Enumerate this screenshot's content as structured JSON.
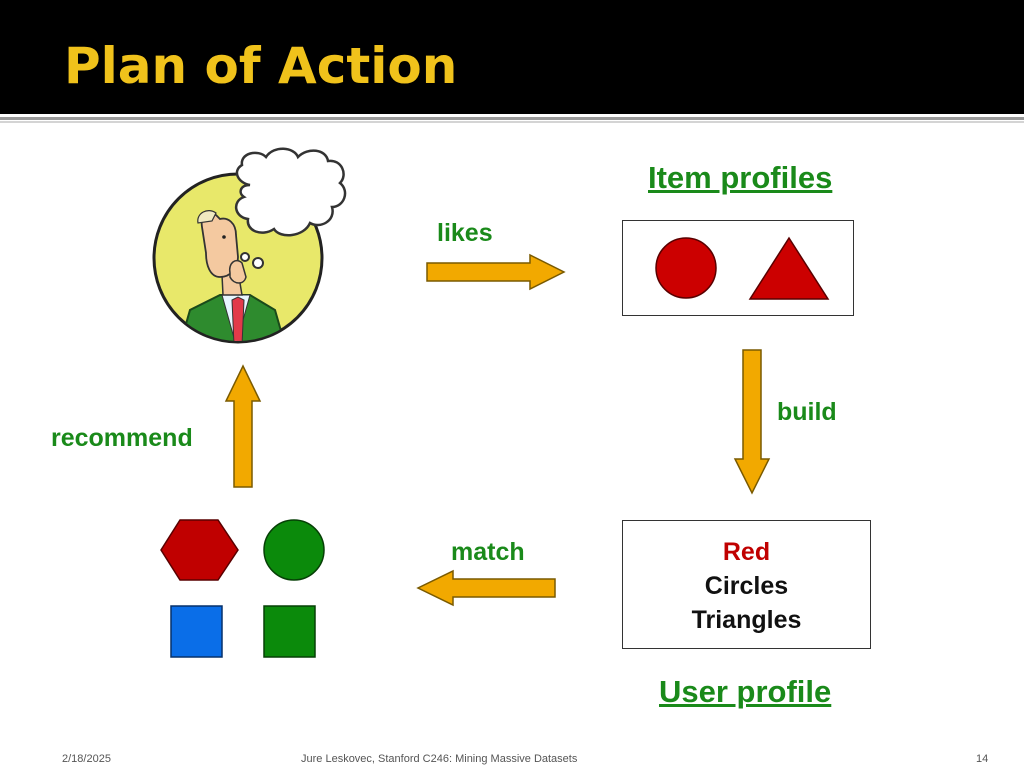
{
  "slide": {
    "title": "Plan of Action",
    "footer": {
      "date": "2/18/2025",
      "course": "Jure Leskovec, Stanford C246: Mining Massive Datasets",
      "page": "14"
    }
  },
  "diagram": {
    "item_profiles_label": "Item profiles",
    "user_profile_label": "User profile",
    "edges": {
      "likes": "likes",
      "build": "build",
      "match": "match",
      "recommend": "recommend"
    },
    "user_profile_lines": [
      {
        "text": "Red",
        "color": "#c00000"
      },
      {
        "text": "Circles",
        "color": "#111111"
      },
      {
        "text": "Triangles",
        "color": "#111111"
      }
    ],
    "item_shapes": [
      {
        "shape": "circle",
        "color": "#cc0000"
      },
      {
        "shape": "triangle",
        "color": "#cc0000"
      }
    ],
    "recommended_shapes": [
      {
        "shape": "hexagon",
        "color": "#c00000"
      },
      {
        "shape": "circle",
        "color": "#0b8a0b"
      },
      {
        "shape": "square",
        "color": "#0a6ee8"
      },
      {
        "shape": "square",
        "color": "#0b8a0b"
      }
    ],
    "colors": {
      "title": "#f0c21b",
      "label_green": "#1a8a1a",
      "arrow_fill": "#f2a900",
      "arrow_stroke": "#7a5a00"
    }
  }
}
